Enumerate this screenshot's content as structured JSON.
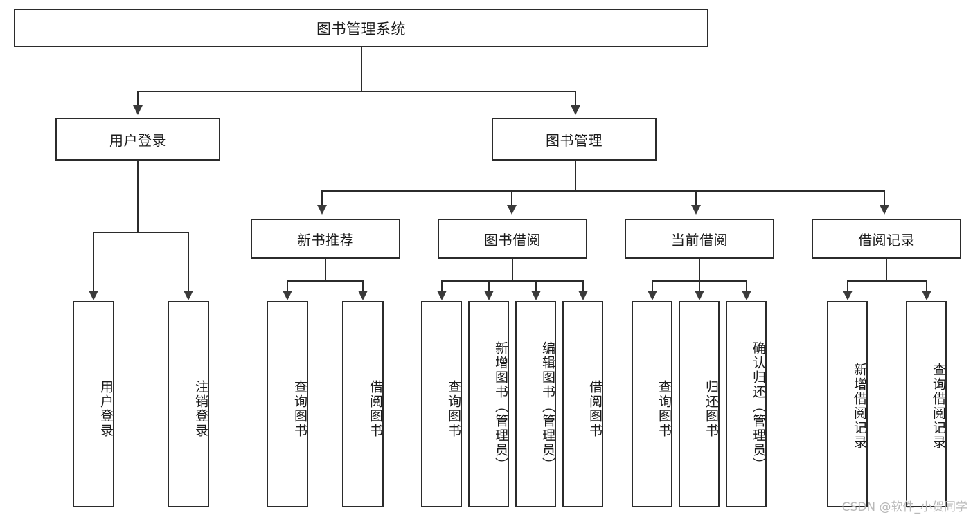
{
  "diagram": {
    "type": "tree",
    "title": "图书管理系统",
    "watermark": "CSDN @软件_小贺同学",
    "colors": {
      "box_border": "#2b2b2b",
      "box_fill": "#ffffff",
      "connector": "#2b2b2b",
      "text": "#1b1b1b",
      "watermark": "#b9b9b9"
    },
    "root": {
      "label": "图书管理系统"
    },
    "level2": [
      {
        "id": "user-login",
        "label": "用户登录"
      },
      {
        "id": "book-manage",
        "label": "图书管理"
      }
    ],
    "level3": [
      {
        "id": "new-book-recommend",
        "label": "新书推荐"
      },
      {
        "id": "book-borrow",
        "label": "图书借阅"
      },
      {
        "id": "current-borrow",
        "label": "当前借阅"
      },
      {
        "id": "borrow-record",
        "label": "借阅记录"
      }
    ],
    "leaves": {
      "user_login": [
        {
          "id": "leaf-user-login",
          "label": "用户登录"
        },
        {
          "id": "leaf-logout-login",
          "label": "注销登录"
        }
      ],
      "new_book_recommend": [
        {
          "id": "leaf-query-book-1",
          "label": "查询图书"
        },
        {
          "id": "leaf-borrow-book-1",
          "label": "借阅图书"
        }
      ],
      "book_borrow": [
        {
          "id": "leaf-query-book-2",
          "label": "查询图书"
        },
        {
          "id": "leaf-add-book",
          "label": "新增图书（管理员）"
        },
        {
          "id": "leaf-edit-book",
          "label": "编辑图书（管理员）"
        },
        {
          "id": "leaf-borrow-book-2",
          "label": "借阅图书"
        }
      ],
      "current_borrow": [
        {
          "id": "leaf-query-book-3",
          "label": "查询图书"
        },
        {
          "id": "leaf-return-book",
          "label": "归还图书"
        },
        {
          "id": "leaf-confirm-return",
          "label": "确认归还（管理员）"
        }
      ],
      "borrow_record": [
        {
          "id": "leaf-add-record",
          "label": "新增借阅记录"
        },
        {
          "id": "leaf-query-record",
          "label": "查询借阅记录"
        }
      ]
    }
  }
}
